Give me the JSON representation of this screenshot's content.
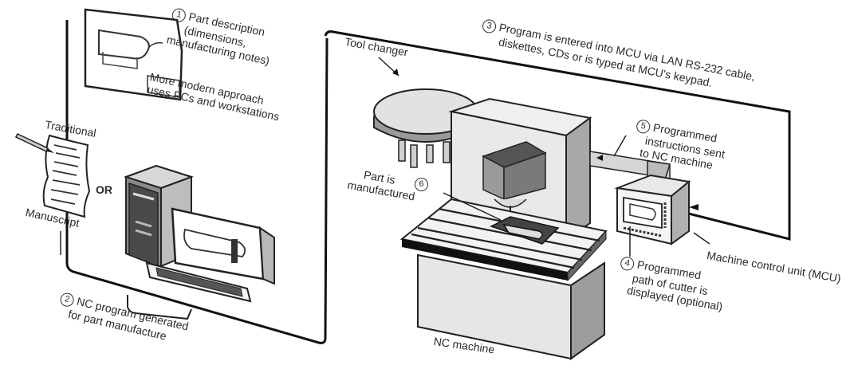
{
  "diagram": {
    "steps": [
      {
        "number": "1",
        "lines": [
          "Part description",
          "(dimensions,",
          "manufacturing notes)"
        ]
      },
      {
        "number": "2",
        "lines": [
          "NC program generated",
          "for part manufacture"
        ]
      },
      {
        "number": "3",
        "lines": [
          "Program is entered into MCU via LAN RS-232 cable,",
          "diskettes, CDs  or is typed at MCU's keypad."
        ]
      },
      {
        "number": "4",
        "lines": [
          "Programmed",
          "path of cutter is",
          "displayed (optional)"
        ]
      },
      {
        "number": "5",
        "lines": [
          "Programmed",
          "instructions sent",
          "to NC machine"
        ]
      },
      {
        "number": "6",
        "lines": [
          "Part is",
          "manufactured"
        ]
      }
    ],
    "labels": {
      "traditional": "Traditional",
      "manuscript": "Manuscript",
      "or": "OR",
      "modern_approach": [
        "More modern approach",
        "uses PCs and workstations"
      ],
      "tool_changer": "Tool changer",
      "nc_machine": "NC machine",
      "mcu": "Machine control unit (MCU)"
    },
    "icons": [
      "drawing-sheet-icon",
      "manuscript-pencil-icon",
      "computer-workstation-icon",
      "tool-changer-icon",
      "milling-machine-icon",
      "mcu-console-icon"
    ]
  }
}
